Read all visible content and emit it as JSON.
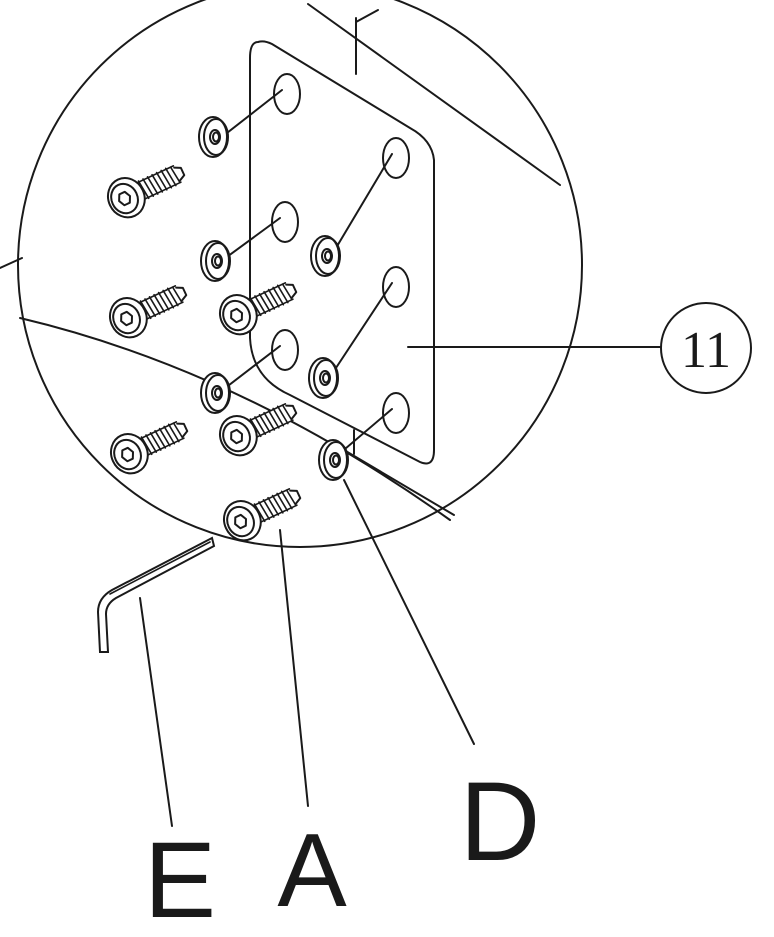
{
  "diagram": {
    "part_number": "11",
    "labels": {
      "e": "E",
      "a": "A",
      "d": "D"
    },
    "screw_count": 6,
    "hole_count": 6
  }
}
